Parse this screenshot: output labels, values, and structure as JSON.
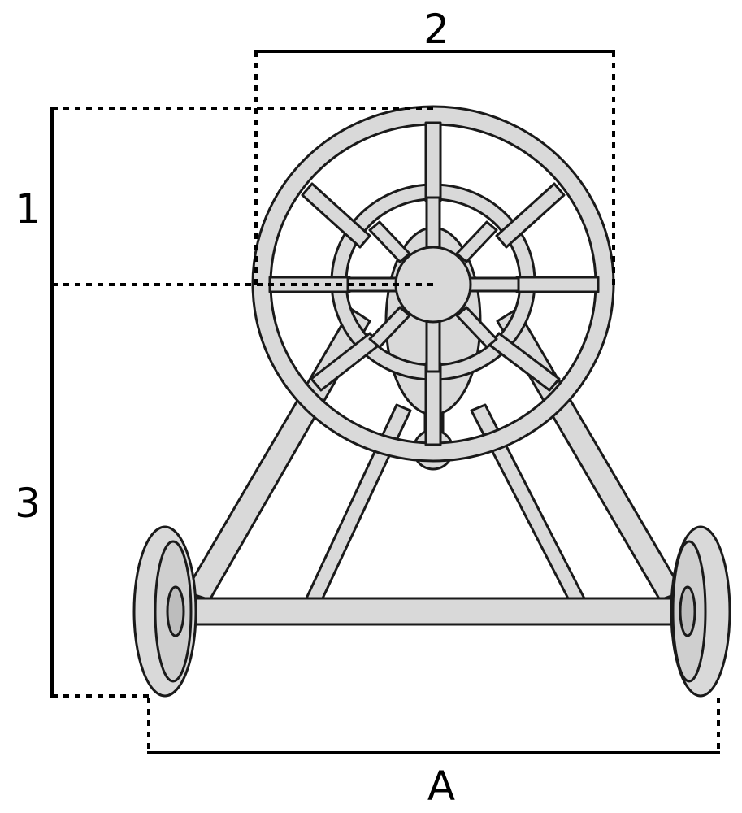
{
  "diagram": {
    "labels": {
      "dim_1": "1",
      "dim_2": "2",
      "dim_3": "3",
      "dim_a": "A"
    },
    "colors": {
      "line": "#000000",
      "part_fill": "#d9d9d9",
      "part_stroke": "#1a1a1a"
    }
  }
}
